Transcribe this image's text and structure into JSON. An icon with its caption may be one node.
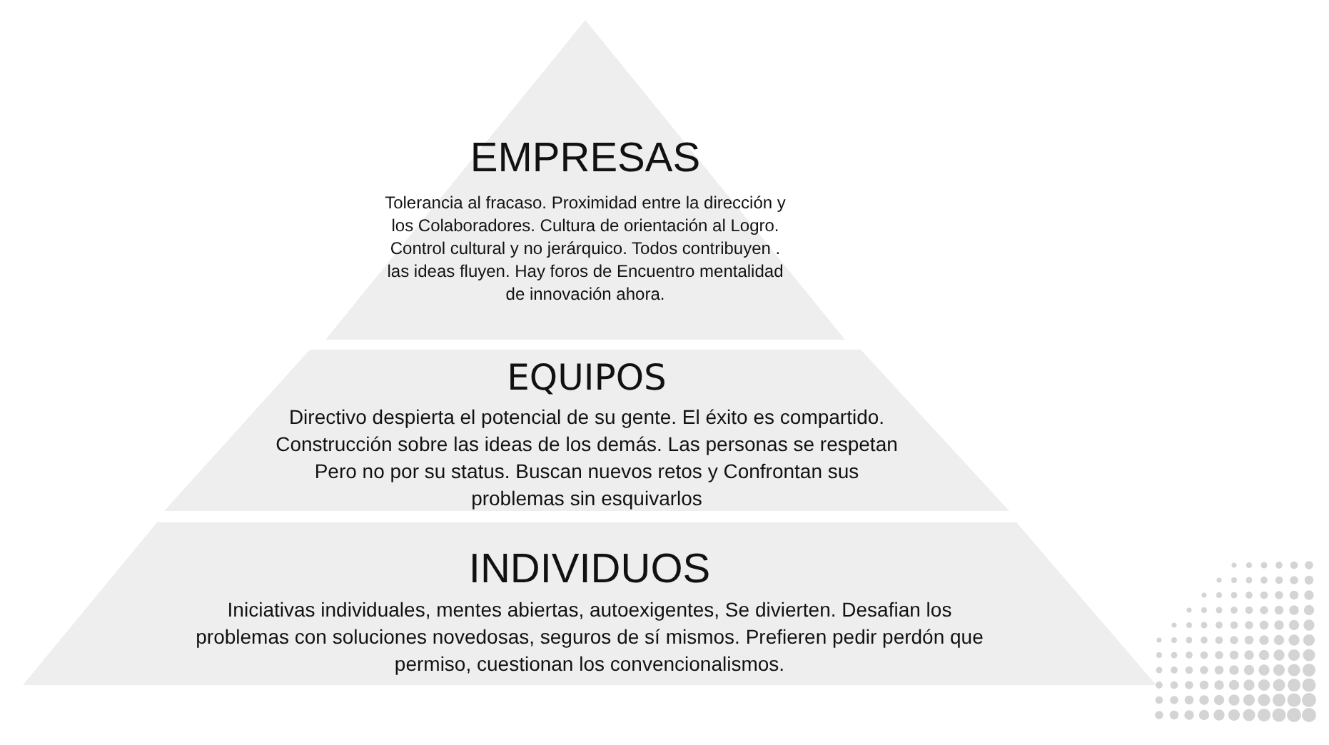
{
  "diagram": {
    "nodes": [
      {
        "text": [
          "EMPRESAS",
          "Tolerancia al fracaso. Proximidad entre la dirección y los Colaboradores. Cultura de orientación al Logro. Control cultural y no jerárquico. Todos contribuyen . las ideas fluyen. Hay foros de Encuentro mentalidad de innovación ahora."
        ]
      },
      {
        "text": [
          "EQUIPOS",
          "Directivo despierta el potencial de su gente. El éxito es compartido. Construcción sobre las ideas de los demás. Las personas se respetan Pero no por su status. Buscan nuevos retos y Confrontan sus problemas sin esquivarlos"
        ]
      },
      {
        "text": [
          "INDIVIDUOS",
          "Iniciativas individuales, mentes abiertas, autoexigentes, Se divierten. Desafian los problemas con soluciones novedosas, seguros de sí mismos. Prefieren pedir perdón que permiso, cuestionan los convencionalismos."
        ]
      }
    ]
  }
}
